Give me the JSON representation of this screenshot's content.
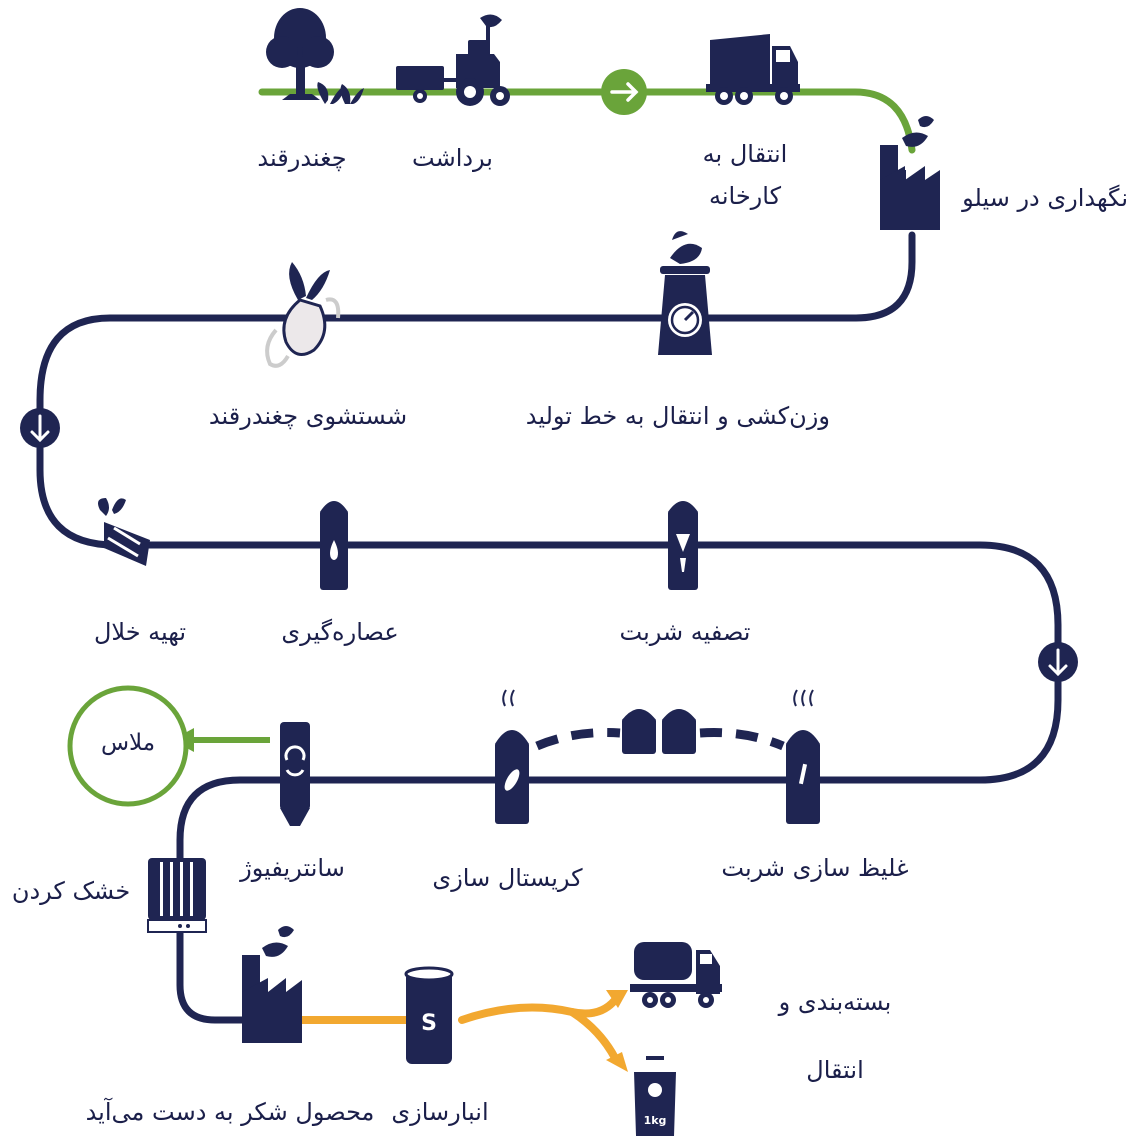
{
  "colors": {
    "navy": "#1f2552",
    "green": "#6aa43a",
    "orange": "#f2a830",
    "white": "#ffffff"
  },
  "steps": {
    "sugar_beet": "چغندرقند",
    "harvest": "برداشت",
    "transfer_to_factory_line1": "انتقال به",
    "transfer_to_factory_line2": "کارخانه",
    "silo_storage": "نگهداری در سیلو",
    "weighing": "وزن‌کشی و انتقال به خط تولید",
    "washing": "شستشوی چغندرقند",
    "slicing": "تهیه خلال",
    "extraction": "عصاره‌گیری",
    "syrup_purification": "تصفیه شربت",
    "syrup_concentration": "غلیظ سازی شربت",
    "crystallization": "کریستال سازی",
    "centrifuge": "سانتریفیوژ",
    "molasses": "ملاس",
    "drying": "خشک کردن",
    "sugar_product": "محصول شکر به دست می‌آید",
    "storage": "انبارسازی",
    "packaging_line1": "بسته‌بندی و",
    "packaging_line2": "انتقال"
  },
  "icons": {
    "silo_s_letter": "S",
    "bag_weight": "1kg",
    "list": [
      "tree-icon",
      "sprout-icon",
      "tractor-icon",
      "arrow-circle-icon",
      "dump-truck-icon",
      "factory-icon",
      "scale-icon",
      "washing-beet-icon",
      "down-arrow-icon",
      "beet-slice-icon",
      "tower-drop-icon",
      "tower-filter-icon",
      "evaporator-icon",
      "crystallizer-icon",
      "centrifuge-icon",
      "dryer-icon",
      "sugar-silo-icon",
      "tanker-truck-icon",
      "sugar-bag-icon"
    ]
  }
}
